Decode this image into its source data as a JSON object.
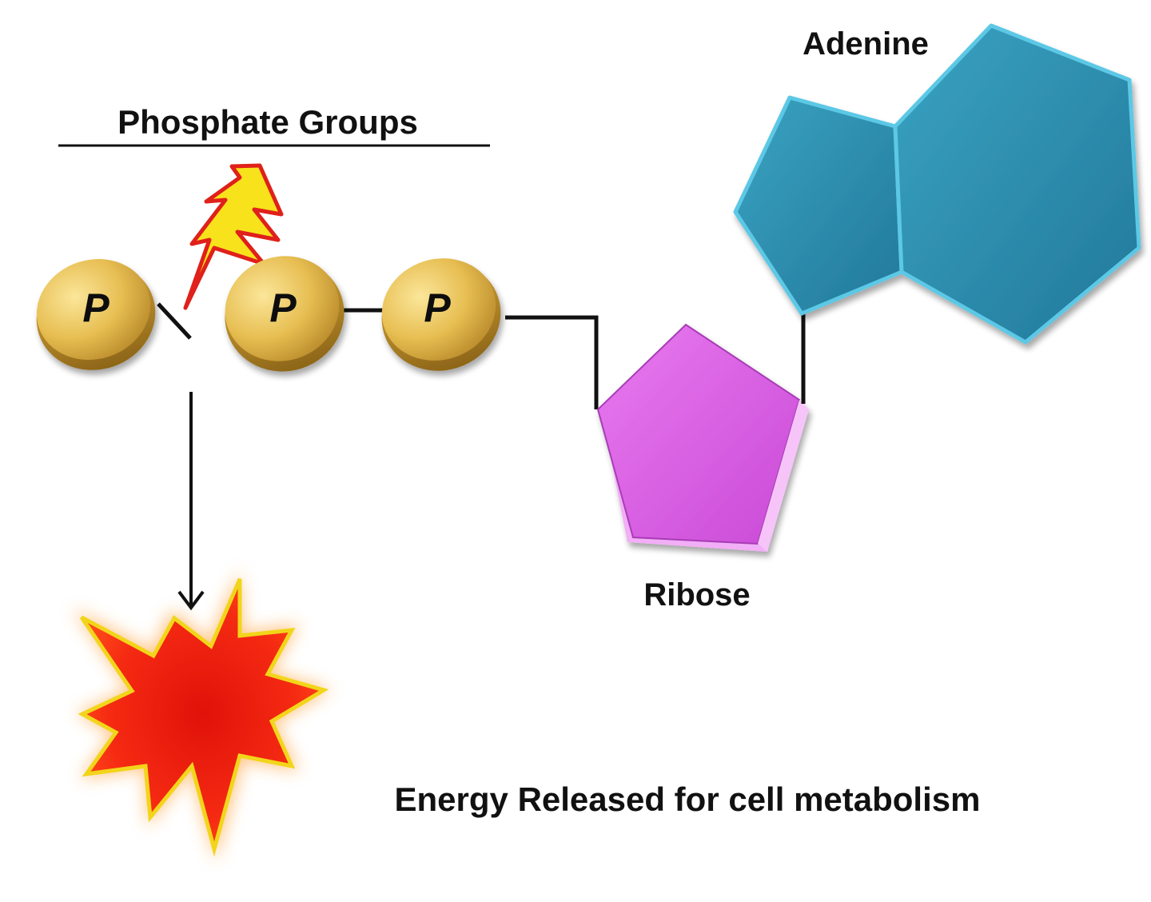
{
  "labels": {
    "phosphate_groups": "Phosphate Groups",
    "adenine": "Adenine",
    "ribose": "Ribose",
    "energy": "Energy Released for cell metabolism"
  },
  "phosphates": [
    {
      "letter": "P"
    },
    {
      "letter": "P"
    },
    {
      "letter": "P"
    }
  ],
  "colors": {
    "phosphate": "#e4bd4e",
    "adenine": "#2f8fad",
    "adenine_edge": "#5cc8e6",
    "ribose": "#d95fe3",
    "ribose_edge": "#f0a8f5",
    "bolt": "#f7e21b",
    "bolt_edge": "#e0201a",
    "burst": "#f51e0f",
    "burst_edge": "#f2d51a"
  }
}
